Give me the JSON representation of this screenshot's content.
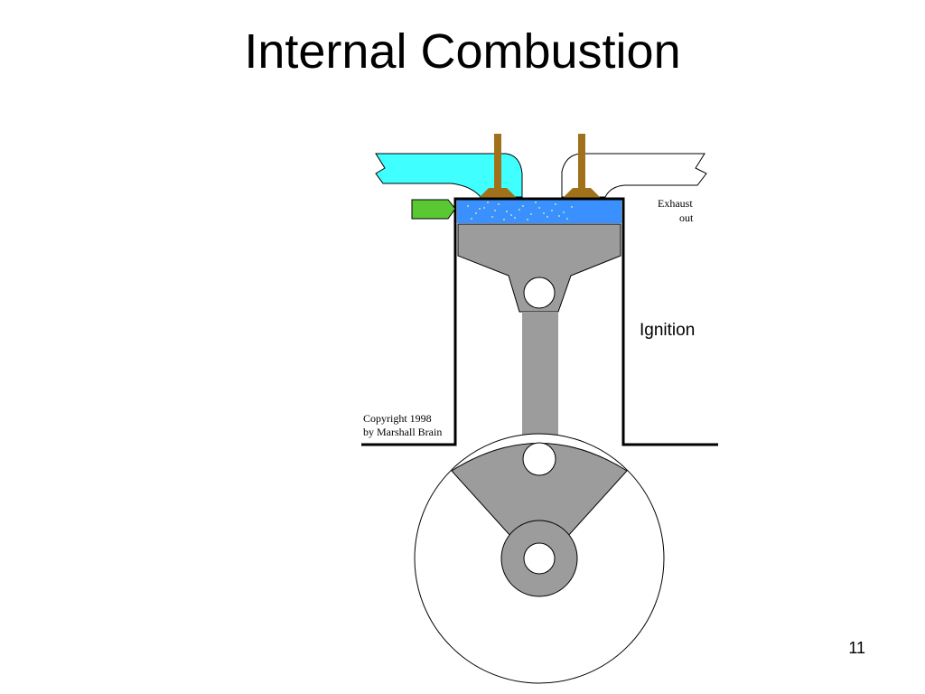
{
  "slide": {
    "title": "Internal Combustion",
    "page_number": "11"
  },
  "diagram": {
    "exhaust_label_line1": "Exhaust",
    "exhaust_label_line2": "out",
    "stroke_label": "Ignition",
    "copyright_line1": "Copyright 1998",
    "copyright_line2": "by Marshall Brain"
  },
  "colors": {
    "intake_port": "#40ffff",
    "exhaust_port": "#ffffff",
    "valve": "#a0701a",
    "chamber_mix": "#3a90ff",
    "spark_plug": "#5ac832",
    "piston": "#9c9c9c",
    "cylinder_wall": "#000000"
  }
}
